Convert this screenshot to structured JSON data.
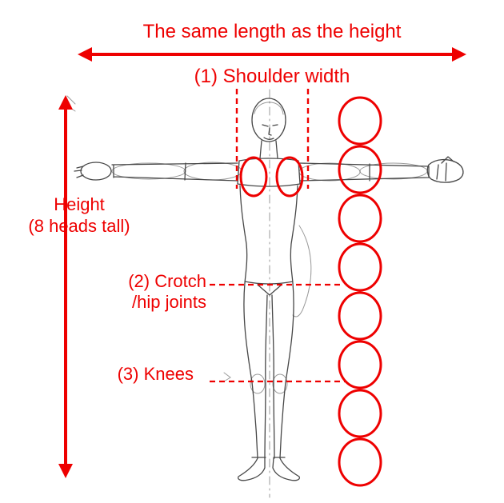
{
  "diagram": {
    "labels": {
      "width_arrow": "The same length as the height",
      "shoulder_width": "(1) Shoulder width",
      "height_line1": "Height",
      "height_line2": "(8 heads tall)",
      "crotch_line1": "(2) Crotch",
      "crotch_line2": "/hip joints",
      "knees": "(3) Knees"
    },
    "head_count": 8,
    "colors": {
      "annotation": "#ee0000",
      "sketch": "#474747",
      "background": "#ffffff"
    }
  }
}
